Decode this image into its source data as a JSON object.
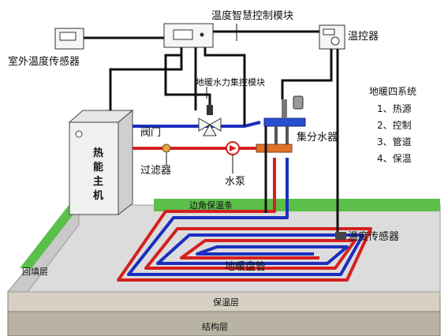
{
  "labels": {
    "smart_control_module": "温度智慧控制模块",
    "thermostat": "温控器",
    "outdoor_sensor": "室外温度传感器",
    "water_control_module": "地暖水力集控模块",
    "valve": "阀门",
    "filter": "过滤器",
    "pump": "水泵",
    "heat_host_line1": "热",
    "heat_host_line2": "能",
    "heat_host_line3": "主",
    "heat_host_line4": "机",
    "manifold": "集分水器",
    "edge_insulation": "边角保温条",
    "temperature_sensor": "温度传感器",
    "floor_coil": "地暖盘管",
    "backfill_layer": "回填层",
    "insulation_layer": "保温层",
    "structure_layer": "结构层"
  },
  "systems": {
    "title": "地暖四系统",
    "items": [
      "1、热源",
      "2、控制",
      "3、管道",
      "4、保温"
    ]
  },
  "colors": {
    "supply_pipe": "#d42020",
    "return_pipe": "#1a2fbf",
    "edge_strip": "#3aa83a",
    "control_wire": "#111111",
    "manifold_supply": "#2a4ed0",
    "manifold_return": "#e0722a"
  }
}
